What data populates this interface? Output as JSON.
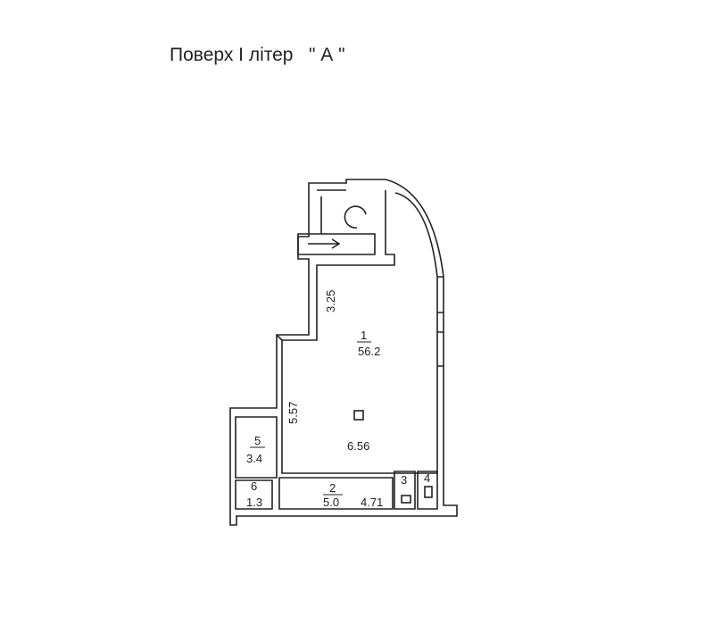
{
  "title": "Поверх I літер   \" А \"",
  "rooms": [
    {
      "number": "1",
      "area": "56.2"
    },
    {
      "number": "2",
      "area": "5.0"
    },
    {
      "number": "3"
    },
    {
      "number": "4"
    },
    {
      "number": "5",
      "area": "3.4"
    },
    {
      "number": "6",
      "area": "1.3"
    }
  ],
  "dimensions": {
    "d1": "3.25",
    "d2": "5.57",
    "d3": "6.56",
    "d4": "4.71"
  }
}
